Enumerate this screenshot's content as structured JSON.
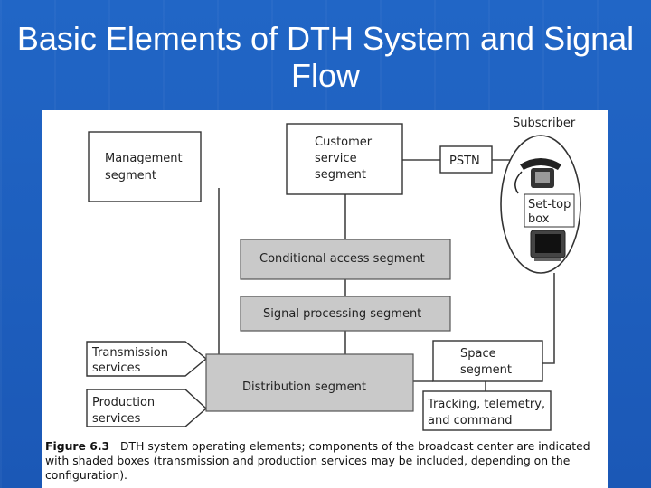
{
  "slide": {
    "title": "Basic Elements of DTH System and Signal Flow"
  },
  "diagram": {
    "subscriber_label": "Subscriber",
    "management": [
      "Management",
      "segment"
    ],
    "customer_service": [
      "Customer",
      "service",
      "segment"
    ],
    "pstn": "PSTN",
    "settop": [
      "Set-top",
      "box"
    ],
    "conditional_access": "Conditional access segment",
    "signal_processing": "Signal processing segment",
    "transmission": [
      "Transmission",
      "services"
    ],
    "production": [
      "Production",
      "services"
    ],
    "distribution": "Distribution segment",
    "space": [
      "Space",
      "segment"
    ],
    "tracking": [
      "Tracking, telemetry,",
      "and command"
    ]
  },
  "caption": {
    "label": "Figure 6.3",
    "text": "DTH system operating elements; components of the broadcast center are indicated with shaded boxes (transmission and production services may be included, depending on the configuration)."
  }
}
